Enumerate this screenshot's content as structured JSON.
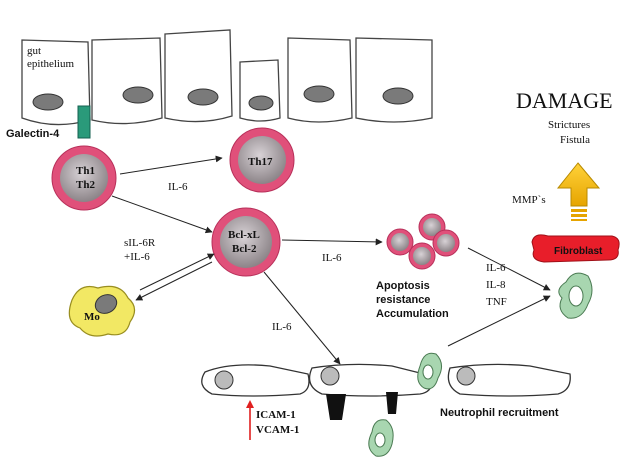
{
  "epithelium": {
    "label_line1": "gut",
    "label_line2": "epithelium"
  },
  "galectin_label": "Galectin-4",
  "cells": {
    "th1_th2": {
      "line1": "Th1",
      "line2": "Th2"
    },
    "th17": "Th17",
    "bcl": {
      "line1": "Bcl-xL",
      "line2": "Bcl-2"
    },
    "mo": "Mo",
    "fibroblast": "Fibroblast"
  },
  "labels": {
    "il6_th17": "IL-6",
    "sil6r_line1": "sIL-6R",
    "sil6r_line2": "+IL-6",
    "il6_apoptosis": "IL-6",
    "il6_endothelium": "IL-6",
    "apoptosis_line1": "Apoptosis",
    "apoptosis_line2": "resistance",
    "apoptosis_line3": "Accumulation",
    "cytokine1": "IL-6",
    "cytokine2": "IL-8",
    "cytokine3": "TNF",
    "icam": "ICAM-1",
    "vcam": "VCAM-1",
    "neutrophil": "Neutrophil recruitment",
    "mmps": "MMP`s"
  },
  "damage": {
    "title": "DAMAGE",
    "item1": "Strictures",
    "item2": "Fistula"
  },
  "colors": {
    "pink": "#e0507a",
    "pink_dark": "#b8305a",
    "cell_core": "#b0aaae",
    "nucleus": "#7a7a7a",
    "galectin": "#2a9a7a",
    "mo_fill": "#f2e864",
    "fibroblast_fill": "#e81e2a",
    "neutrophil_fill": "#a8d6b0",
    "arrow_yellow": "#f2b800",
    "icam_arrow": "#e02020"
  }
}
